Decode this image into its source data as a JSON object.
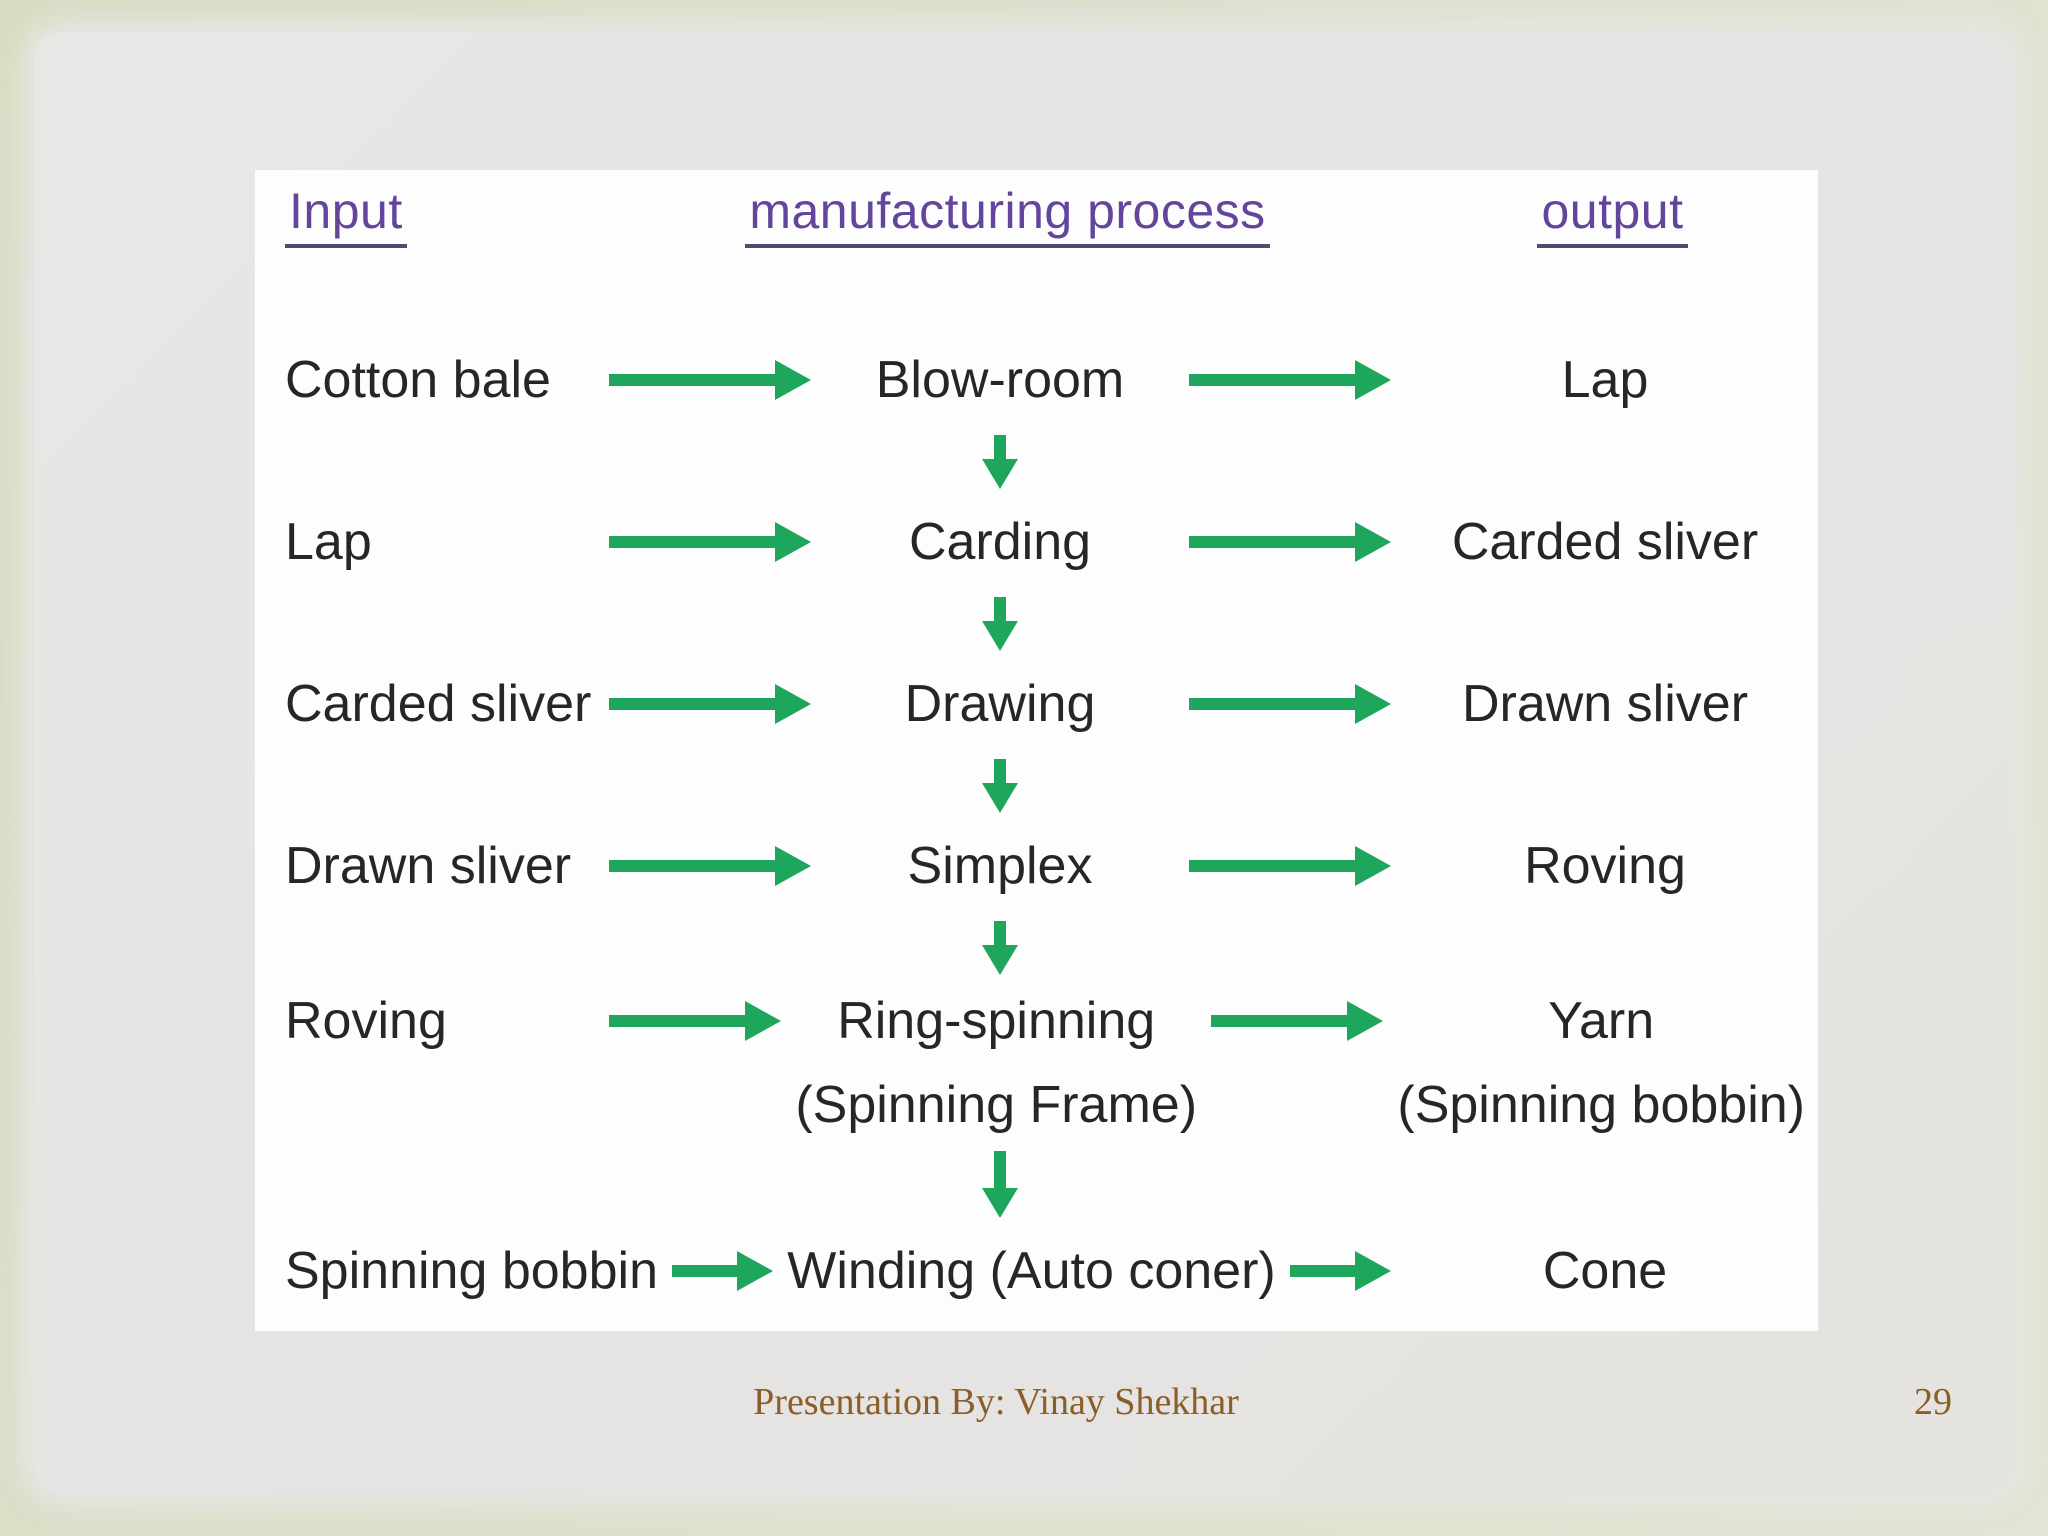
{
  "slide": {
    "headers": {
      "input": "Input",
      "process": "manufacturing process",
      "output": "output"
    },
    "rows": [
      {
        "input": "Cotton bale",
        "process": "Blow-room",
        "output": "Lap",
        "connector_after": true,
        "connector_tall": false
      },
      {
        "input": "Lap",
        "process": "Carding",
        "output": "Carded sliver",
        "connector_after": true,
        "connector_tall": false
      },
      {
        "input": "Carded sliver",
        "process": "Drawing",
        "output": "Drawn sliver",
        "connector_after": true,
        "connector_tall": false
      },
      {
        "input": "Drawn sliver",
        "process": "Simplex",
        "output": "Roving",
        "connector_after": true,
        "connector_tall": false
      },
      {
        "input": "Roving",
        "process": "Ring-spinning",
        "process_sub": "(Spinning Frame)",
        "output": "Yarn",
        "output_sub": "(Spinning bobbin)",
        "connector_after": true,
        "connector_tall": true
      },
      {
        "input": "Spinning bobbin",
        "process": "Winding (Auto coner)",
        "output": "Cone",
        "connector_after": false,
        "connector_tall": false
      }
    ]
  },
  "footer": {
    "credit": "Presentation By: Vinay Shekhar",
    "page_number": "29"
  },
  "colors": {
    "arrow_green": "#1ea75c",
    "header_purple": "#63459c",
    "underline_dark": "#544a6b",
    "body_text": "#262626",
    "footer_brown": "#8b5e28",
    "frame_cream": "#dee0cc",
    "slide_gray": "#e6e4e3",
    "panel_white": "#fdfdfd"
  },
  "icons": {
    "horizontal_arrow": "right-arrow",
    "vertical_arrow": "down-arrow"
  }
}
